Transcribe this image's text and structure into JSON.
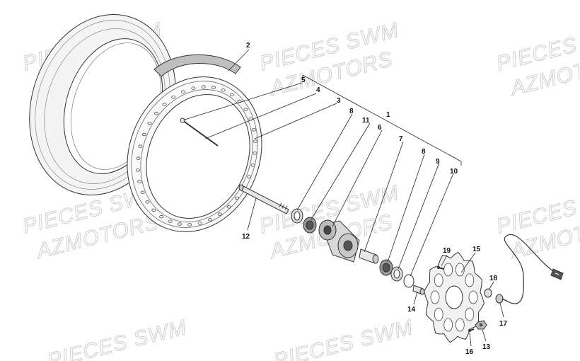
{
  "watermark": {
    "line1": "PIECES SWM",
    "line2": "AZMOTORS"
  },
  "callouts": [
    {
      "id": "1",
      "label": "1"
    },
    {
      "id": "2",
      "label": "2"
    },
    {
      "id": "3",
      "label": "3"
    },
    {
      "id": "4",
      "label": "4"
    },
    {
      "id": "5",
      "label": "5"
    },
    {
      "id": "6",
      "label": "6"
    },
    {
      "id": "7",
      "label": "7"
    },
    {
      "id": "8a",
      "label": "8"
    },
    {
      "id": "8b",
      "label": "8"
    },
    {
      "id": "9",
      "label": "9"
    },
    {
      "id": "10",
      "label": "10"
    },
    {
      "id": "11",
      "label": "11"
    },
    {
      "id": "12",
      "label": "12"
    },
    {
      "id": "13",
      "label": "13"
    },
    {
      "id": "14",
      "label": "14"
    },
    {
      "id": "15",
      "label": "15"
    },
    {
      "id": "16",
      "label": "16"
    },
    {
      "id": "17",
      "label": "17"
    },
    {
      "id": "18",
      "label": "18"
    },
    {
      "id": "19",
      "label": "19"
    }
  ],
  "colors": {
    "line": "#222222",
    "fill_light": "#eeeeee",
    "fill_mid": "#cccccc",
    "fill_dark": "#555555",
    "watermark": "#cfcfcf"
  }
}
